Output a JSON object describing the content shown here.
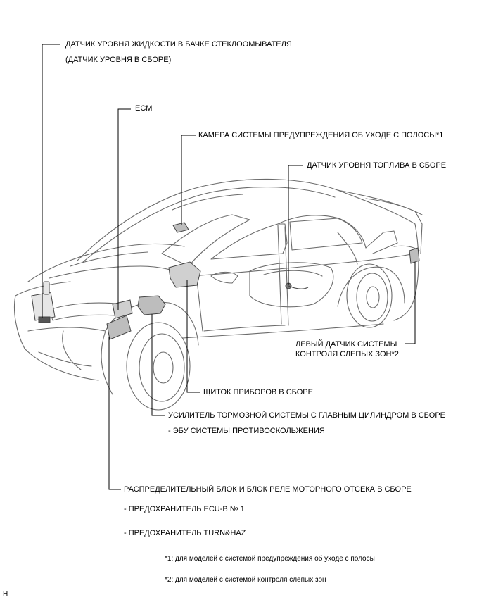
{
  "labels": {
    "washer_sensor_line1": "ДАТЧИК УРОВНЯ ЖИДКОСТИ В БАЧКЕ СТЕКЛООМЫВАТЕЛЯ",
    "washer_sensor_line2": "(ДАТЧИК УРОВНЯ В СБОРЕ)",
    "ecm": "ECM",
    "lane_camera": "КАМЕРА СИСТЕМЫ ПРЕДУПРЕЖДЕНИЯ ОБ УХОДЕ С ПОЛОСЫ*1",
    "fuel_sensor": "ДАТЧИК УРОВНЯ ТОПЛИВА В СБОРЕ",
    "blind_spot_line1": "ЛЕВЫЙ ДАТЧИК СИСТЕМЫ",
    "blind_spot_line2": "КОНТРОЛЯ СЛЕПЫХ ЗОН*2",
    "combination_meter": "ЩИТОК ПРИБОРОВ В СБОРЕ",
    "brake_booster": "УСИЛИТЕЛЬ ТОРМОЗНОЙ СИСТЕМЫ С ГЛАВНЫМ ЦИЛИНДРОМ В СБОРЕ",
    "abs_ecu": "- ЭБУ СИСТЕМЫ ПРОТИВОСКОЛЬЖЕНИЯ",
    "junction_block": "РАСПРЕДЕЛИТЕЛЬНЫЙ БЛОК И БЛОК РЕЛЕ МОТОРНОГО ОТСЕКА В СБОРЕ",
    "fuse_ecu_b": "- ПРЕДОХРАНИТЕЛЬ ECU-B № 1",
    "fuse_turn_haz": "- ПРЕДОХРАНИТЕЛЬ TURN&HAZ"
  },
  "footnotes": {
    "note1": "*1: для моделей с системой предупреждения об уходе с полосы",
    "note2": "*2: для моделей с системой контроля слепых зон"
  },
  "corner_mark": "H"
}
